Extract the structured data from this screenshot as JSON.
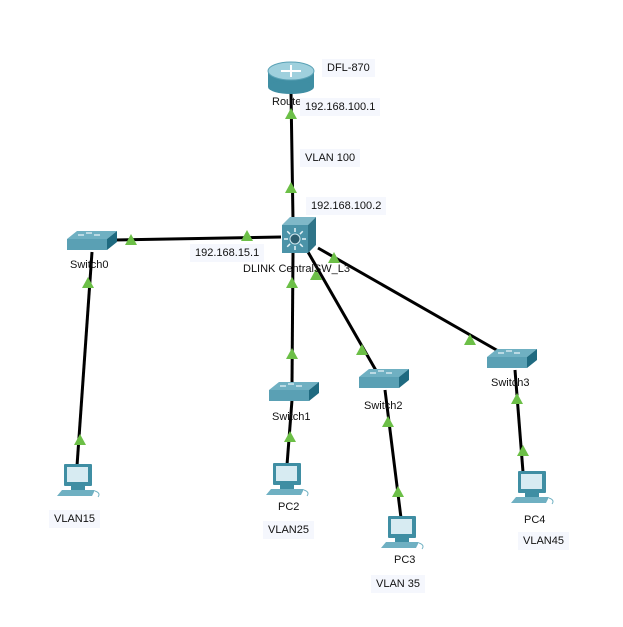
{
  "devices": {
    "router": {
      "name": "Route",
      "note": "DFL-870"
    },
    "central": {
      "name": "DLINK CentralSW_L3"
    },
    "switch0": {
      "name": "Switch0"
    },
    "switch1": {
      "name": "Switch1"
    },
    "switch2": {
      "name": "Switch2"
    },
    "switch3": {
      "name": "Switch3"
    },
    "pc2": {
      "name": "PC2"
    },
    "pc3": {
      "name": "PC3"
    },
    "pc4": {
      "name": "PC4"
    }
  },
  "notes": {
    "router_ip": "192.168.100.1",
    "vlan100": "VLAN 100",
    "central_ip": "192.168.100.2",
    "vlan15_ip": "192.168.15.1",
    "vlan15": "VLAN15",
    "vlan25": "VLAN25",
    "vlan35": "VLAN 35",
    "vlan45": "VLAN45"
  },
  "colors": {
    "link": "#000000",
    "link_up": "#6cbf47",
    "device": "#4b93a8"
  }
}
